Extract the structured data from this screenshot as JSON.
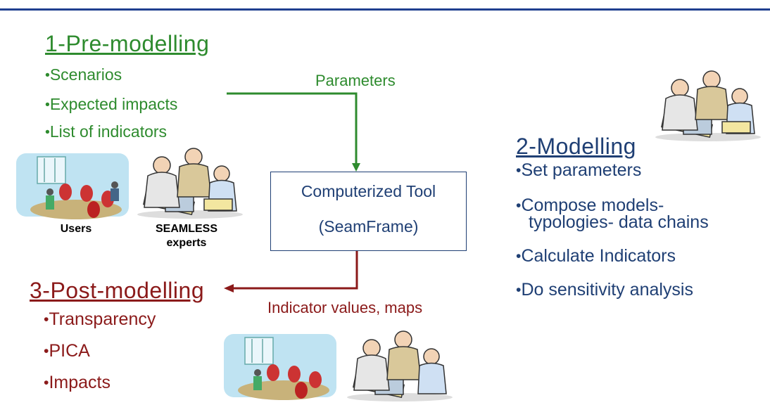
{
  "pre": {
    "heading": "1-Pre-modelling",
    "items": [
      "Scenarios",
      "Expected impacts",
      "List of indicators"
    ]
  },
  "modelling": {
    "heading": "2-Modelling",
    "items": [
      "Set parameters",
      "Compose models-",
      "typologies- data chains",
      "Calculate Indicators",
      "Do sensitivity analysis"
    ]
  },
  "post": {
    "heading": "3-Post-modelling",
    "items": [
      "Transparency",
      "PICA",
      "Impacts"
    ]
  },
  "tool": {
    "line1": "Computerized Tool",
    "line2": "(SeamFrame)"
  },
  "flows": {
    "parameters": "Parameters",
    "outputs": "Indicator values, maps"
  },
  "captions": {
    "users": "Users",
    "experts_line1": "SEAMLESS",
    "experts_line2": "experts"
  },
  "bullet": "•",
  "colors": {
    "pre": "#2e8b2e",
    "modelling": "#1f3f74",
    "post": "#8b1a1a",
    "rule": "#1f3f8f"
  },
  "icons": [
    "meeting-room-icon",
    "team-at-laptop-icon"
  ]
}
